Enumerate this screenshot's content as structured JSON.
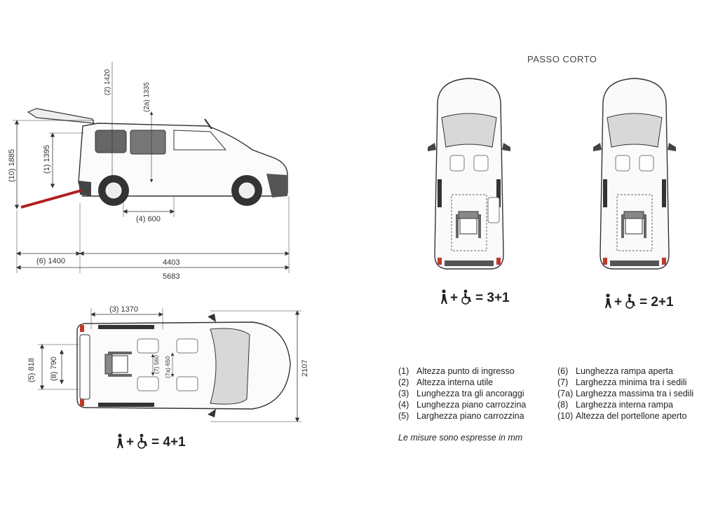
{
  "header": {
    "title": "PASSO CORTO"
  },
  "side_view": {
    "dims": {
      "d1": "(1) 1395",
      "d2": "(2) 1420",
      "d2a": "(2a) 1335",
      "d4": "(4) 600",
      "d6": "(6) 1400",
      "d10": "(10) 1885",
      "length": "4403",
      "total": "5683"
    }
  },
  "top_view": {
    "dims": {
      "d3": "(3) 1370",
      "d5": "(5) 818",
      "d7": "(7) 560",
      "d7a": "(7a) 650",
      "d8": "(8) 790",
      "width": "2107"
    }
  },
  "captions": {
    "cfg1": "+ = 4+1",
    "cfg2": "+ = 3+1",
    "cfg3": "+ = 2+1"
  },
  "legend": {
    "left": [
      {
        "num": "(1)",
        "text": "Altezza punto di ingresso"
      },
      {
        "num": "(2)",
        "text": "Altezza interna utile"
      },
      {
        "num": "(3)",
        "text": "Lunghezza tra gli ancoraggi"
      },
      {
        "num": "(4)",
        "text": "Lunghezza piano carrozzina"
      },
      {
        "num": "(5)",
        "text": "Larghezza piano carrozzina"
      }
    ],
    "right": [
      {
        "num": "(6)",
        "text": "Lunghezza rampa aperta"
      },
      {
        "num": "(7)",
        "text": "Larghezza minima tra i sedili"
      },
      {
        "num": "(7a)",
        "text": "Larghezza massima tra i sedili"
      },
      {
        "num": "(8)",
        "text": "Larghezza interna rampa"
      },
      {
        "num": "(10)",
        "text": "Altezza del portellone aperto"
      }
    ]
  },
  "note": "Le misure sono espresse in mm",
  "icons": [
    "person-icon",
    "wheelchair-icon"
  ]
}
